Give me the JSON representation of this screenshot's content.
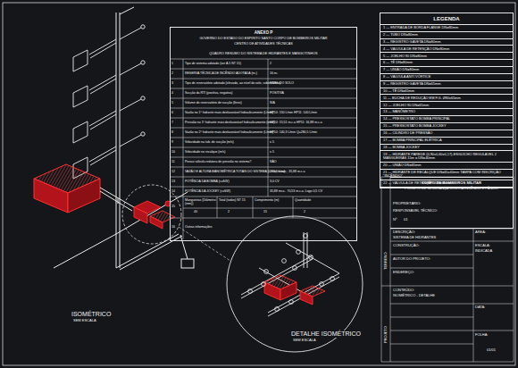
{
  "diagram": {
    "nodes": [
      {
        "text": [
          "ANEXO P",
          "GOVERNO DO ESTADO DO ESPÍRITO SANTO CORPO DE BOMBEIROS MILITAR",
          "CENTRO DE ATIVIDADES TÉCNICAS",
          "QUADRO RESUMO DO SISTEMA DE HIDRANTES E MANGOTINHOS"
        ]
      },
      {
        "text": [
          "LEGENDA"
        ]
      },
      {
        "text": [
          "CORPO DE BOMBEIROS MILITAR",
          "PROJETO DE SEGURANÇA CONTRA INCÊNDIO E PÂNICO"
        ]
      }
    ],
    "labels": [
      "1",
      "Tipo de sistema adotado (ver A.5 NT 15)",
      "2",
      "2",
      "RESERVA TÉCNICA DE INCÊNDIO ADOTADA (m³)",
      "16 m³",
      "3",
      "Tipo de reservatório adotado (elevado, ao nível do solo, subterrâneo)",
      "NÍVEL DO SOLO",
      "4",
      "Sucção da RTI (positiva, negativa)",
      "POSITIVA",
      "5",
      "Volume do reservatório de sucção (litros)",
      "N/A",
      "6",
      "Vazão no 1º hidrante mais desfavorável hidraulicamente (L/min)",
      "HP10: 150 L/min  HP11: 140 L/min",
      "7",
      "Pressão no 1º hidrante mais desfavorável hidraulicamente (mca)",
      "HP10: 15,51 m.c.a  HP11: 16,88 m.c.a",
      "8",
      "Vazão no 2º hidrante mais desfavorável hidraulicamente (L/min)",
      "HP10: 140,3 L/min  Q=280,5 L/min",
      "9",
      "Velocidade na tub. de sucção (m/s)",
      "≤ 5",
      "10",
      "Velocidade no recalque (m/s)",
      "≤ 5",
      "11",
      "Possui válvula redutora de pressão no sistema?",
      "NÃO",
      "12",
      "VAZÃO E ALTURA MANOMÉTRICA TOTAIS DO SISTEMA (L/min; mca)",
      "273,3 L/min ; 35,88 m.c.a",
      "13",
      "POTÊNCIA DA BOMBA (cv/kW)",
      "3,0 CV",
      "14",
      "POTÊNCIA DA JOCKEY (cv/kW)",
      "35,88 mca - 70,53 m.c.a. Logo 0,5 CV",
      "15",
      "Mangueiras (Diâmetro (mm))",
      "Total (todos) NT 15",
      "Comprimento (m)",
      "Quantidade",
      "40",
      "2",
      "15",
      "2",
      "16",
      "Outras informações",
      "ISOMÉTRICO",
      "SEM ESCALA",
      "DETALHE ISOMÉTRICO",
      "SEM ESCALA",
      "PROPRIETÁRIO:",
      "RESPONSÁVEL TÉCNICO:",
      "Nº",
      "01",
      "TERRENO",
      "PROJETO",
      "DESCRIÇÃO:",
      "SISTEMA DE HIDRANTES",
      "ÁREA:",
      "CONSTRUÇÃO:",
      "AUTOR DO PROJETO:",
      "ENDEREÇO:",
      "CONTEÚDO:",
      "ISOMÉTRICO - DETALHE",
      "ESCALA:",
      "INDICADA",
      "DATA:",
      "FOLHA:",
      "01/01"
    ],
    "legend": [
      {
        "text": "1 — ENTRADA DE BORDA FLANGE DN=80mm"
      },
      {
        "text": "2 — TUBO DN=80mm"
      },
      {
        "text": "3 — REGISTRO GAVETA DN=80mm"
      },
      {
        "text": "4 — VÁLVULA DE RETENÇÃO DN=80mm"
      },
      {
        "text": "5 — JOELHO 90 DN=80mm"
      },
      {
        "text": "6 — TÊ DN=80mm"
      },
      {
        "text": "7 — UNIÃO DN=80mm"
      },
      {
        "text": "8 — VÁLVULA ANTI VÓRTICE"
      },
      {
        "text": "9 — REGISTRO GAVETA DN=65mm"
      },
      {
        "text": "10 — TÊ DN=65mm"
      },
      {
        "text": "11 — BUCHA DE REDUÇÃO EM F.G. Ø80x65mm"
      },
      {
        "text": "12 — JOELHO 90 DN=65mm"
      },
      {
        "text": "13 — MANÔMETRO"
      },
      {
        "text": "14 — PRESSOSTATO BOMBA PRINCIPAL"
      },
      {
        "text": "15 — PRESSOSTATO BOMBA JOCKEY"
      },
      {
        "text": "16 — CILINDRO DE PRESSÃO"
      },
      {
        "text": "17 — BOMBA PRINCIPAL ELÉTRICA"
      },
      {
        "text": "18 — BOMBA JOCKEY"
      },
      {
        "text": "19 — HIDRANTE PAREDE (0,90x0,60x0,17)-ESGUICHO REGULÁVEL 2 MANGUEIRAS 15m = DN=40mm"
      },
      {
        "text": "20 — UNIÃO DN=65mm"
      },
      {
        "text": "21 — HIDRANTE DE RECALQUE DN=65x40mm TAMPA COM INSCRIÇÃO \"INCÊNDIO\""
      },
      {
        "text": "22 — VÁLVULA DE RETENÇÃO DN=65mm"
      }
    ]
  }
}
